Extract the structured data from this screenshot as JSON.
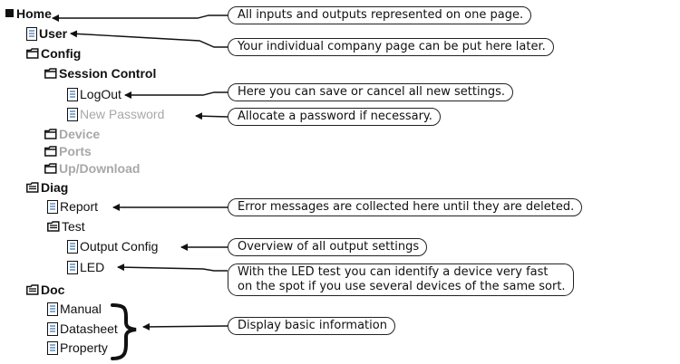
{
  "tree": {
    "home": "Home",
    "user": "User",
    "config": "Config",
    "session_control": "Session Control",
    "logout": "LogOut",
    "new_password": "New Password",
    "device": "Device",
    "ports": "Ports",
    "updownload": "Up/Download",
    "diag": "Diag",
    "report": "Report",
    "test": "Test",
    "output_config": "Output Config",
    "led": "LED",
    "doc": "Doc",
    "manual": "Manual",
    "datasheet": "Datasheet",
    "property": "Property"
  },
  "callouts": {
    "home": "All inputs and outputs represented on one page.",
    "user": "Your individual company page can be put here later.",
    "logout": "Here you can save or cancel all new settings.",
    "new_password": "Allocate a password if necessary.",
    "report": "Error messages are collected here until they are deleted.",
    "output_config": "Overview of all output settings",
    "led_line1": "With the LED test you can identify a device very fast",
    "led_line2": "on the spot if you use several devices of the same sort.",
    "doc": "Display basic information"
  },
  "icons": {
    "home": "square-bullet-icon",
    "page": "document-page-icon",
    "folder": "folder-icon",
    "open_folder": "open-folder-icon"
  },
  "colors": {
    "text": "#111111",
    "disabled_text": "#a8a8a8",
    "page_icon": "#3a6fb0"
  }
}
